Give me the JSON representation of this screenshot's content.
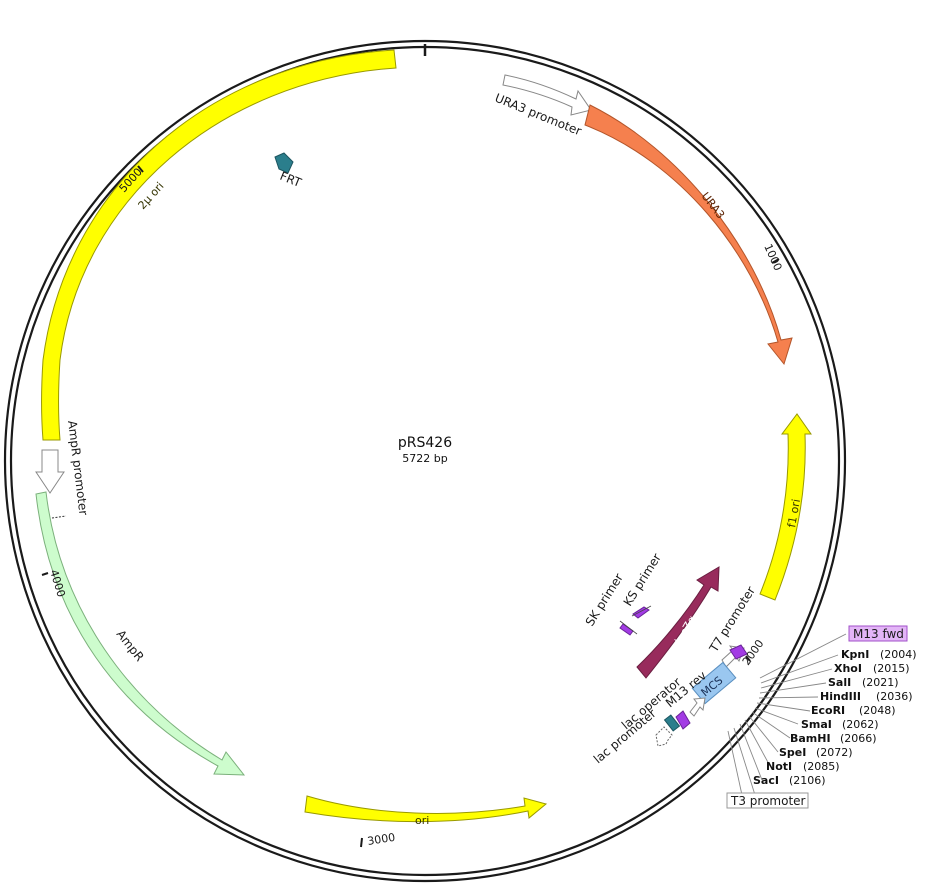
{
  "plasmid": {
    "name": "pRS426",
    "length_label": "5722 bp"
  },
  "features": [
    {
      "label": "URA3 promoter",
      "color": "#ffffff"
    },
    {
      "label": "URA3",
      "color": "#f5804e"
    },
    {
      "label": "f1 ori",
      "color": "#ffff00"
    },
    {
      "label": "lacZα",
      "color": "#982b5c"
    },
    {
      "label": "T7 promoter",
      "color": "#ffffff"
    },
    {
      "label": "MCS",
      "color": "#9ac7f0"
    },
    {
      "label": "M13 rev",
      "color": "#a23be4"
    },
    {
      "label": "lac operator",
      "color": "#2b7e8c"
    },
    {
      "label": "lac promoter",
      "color": "#ffffff"
    },
    {
      "label": "KS primer",
      "color": "#a23be4"
    },
    {
      "label": "SK primer",
      "color": "#a23be4"
    },
    {
      "label": "ori",
      "color": "#ffff00"
    },
    {
      "label": "AmpR",
      "color": "#cdfccd"
    },
    {
      "label": "AmpR promoter",
      "color": "#ffffff"
    },
    {
      "label": "2μ ori",
      "color": "#ffff00"
    },
    {
      "label": "FRT",
      "color": "#2b7e8c"
    }
  ],
  "ticks": [
    "1000",
    "2000",
    "3000",
    "4000",
    "5000"
  ],
  "primer_box": {
    "label": "M13 fwd"
  },
  "terminal_box": {
    "label": "T3 promoter"
  },
  "sites": [
    {
      "name": "KpnI",
      "pos": "(2004)"
    },
    {
      "name": "XhoI",
      "pos": "(2015)"
    },
    {
      "name": "SalI",
      "pos": "(2021)"
    },
    {
      "name": "HindIII",
      "pos": "(2036)"
    },
    {
      "name": "EcoRI",
      "pos": "(2048)"
    },
    {
      "name": "SmaI",
      "pos": "(2062)"
    },
    {
      "name": "BamHI",
      "pos": "(2066)"
    },
    {
      "name": "SpeI",
      "pos": "(2072)"
    },
    {
      "name": "NotI",
      "pos": "(2085)"
    },
    {
      "name": "SacI",
      "pos": "(2106)"
    }
  ]
}
